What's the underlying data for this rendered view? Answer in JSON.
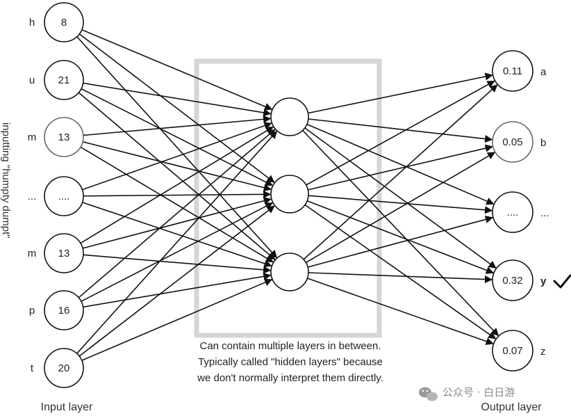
{
  "input_layer": {
    "title": "Input layer",
    "nodes": [
      {
        "label": "h",
        "value": "8"
      },
      {
        "label": "u",
        "value": "21"
      },
      {
        "label": "m",
        "value": "13"
      },
      {
        "label": "...",
        "value": "...."
      },
      {
        "label": "m",
        "value": "13"
      },
      {
        "label": "p",
        "value": "16"
      },
      {
        "label": "t",
        "value": "20"
      }
    ]
  },
  "vertical_label": "inputting \"humpty dumpt\"",
  "hidden": {
    "node_count": 3,
    "caption": [
      "Can contain multiple layers in between.",
      "Typically called \"hidden layers\" because",
      "we don't normally interpret them directly."
    ]
  },
  "output_layer": {
    "title": "Output layer",
    "nodes": [
      {
        "label": "a",
        "value": "0.11"
      },
      {
        "label": "b",
        "value": "0.05"
      },
      {
        "label": "...",
        "value": "...."
      },
      {
        "label": "y",
        "value": "0.32",
        "selected": true
      },
      {
        "label": "z",
        "value": "0.07"
      }
    ]
  },
  "checkmark_icon": "checkmark-icon",
  "watermark": {
    "icon": "wechat-icon",
    "text": "公众号 · 白日游"
  }
}
